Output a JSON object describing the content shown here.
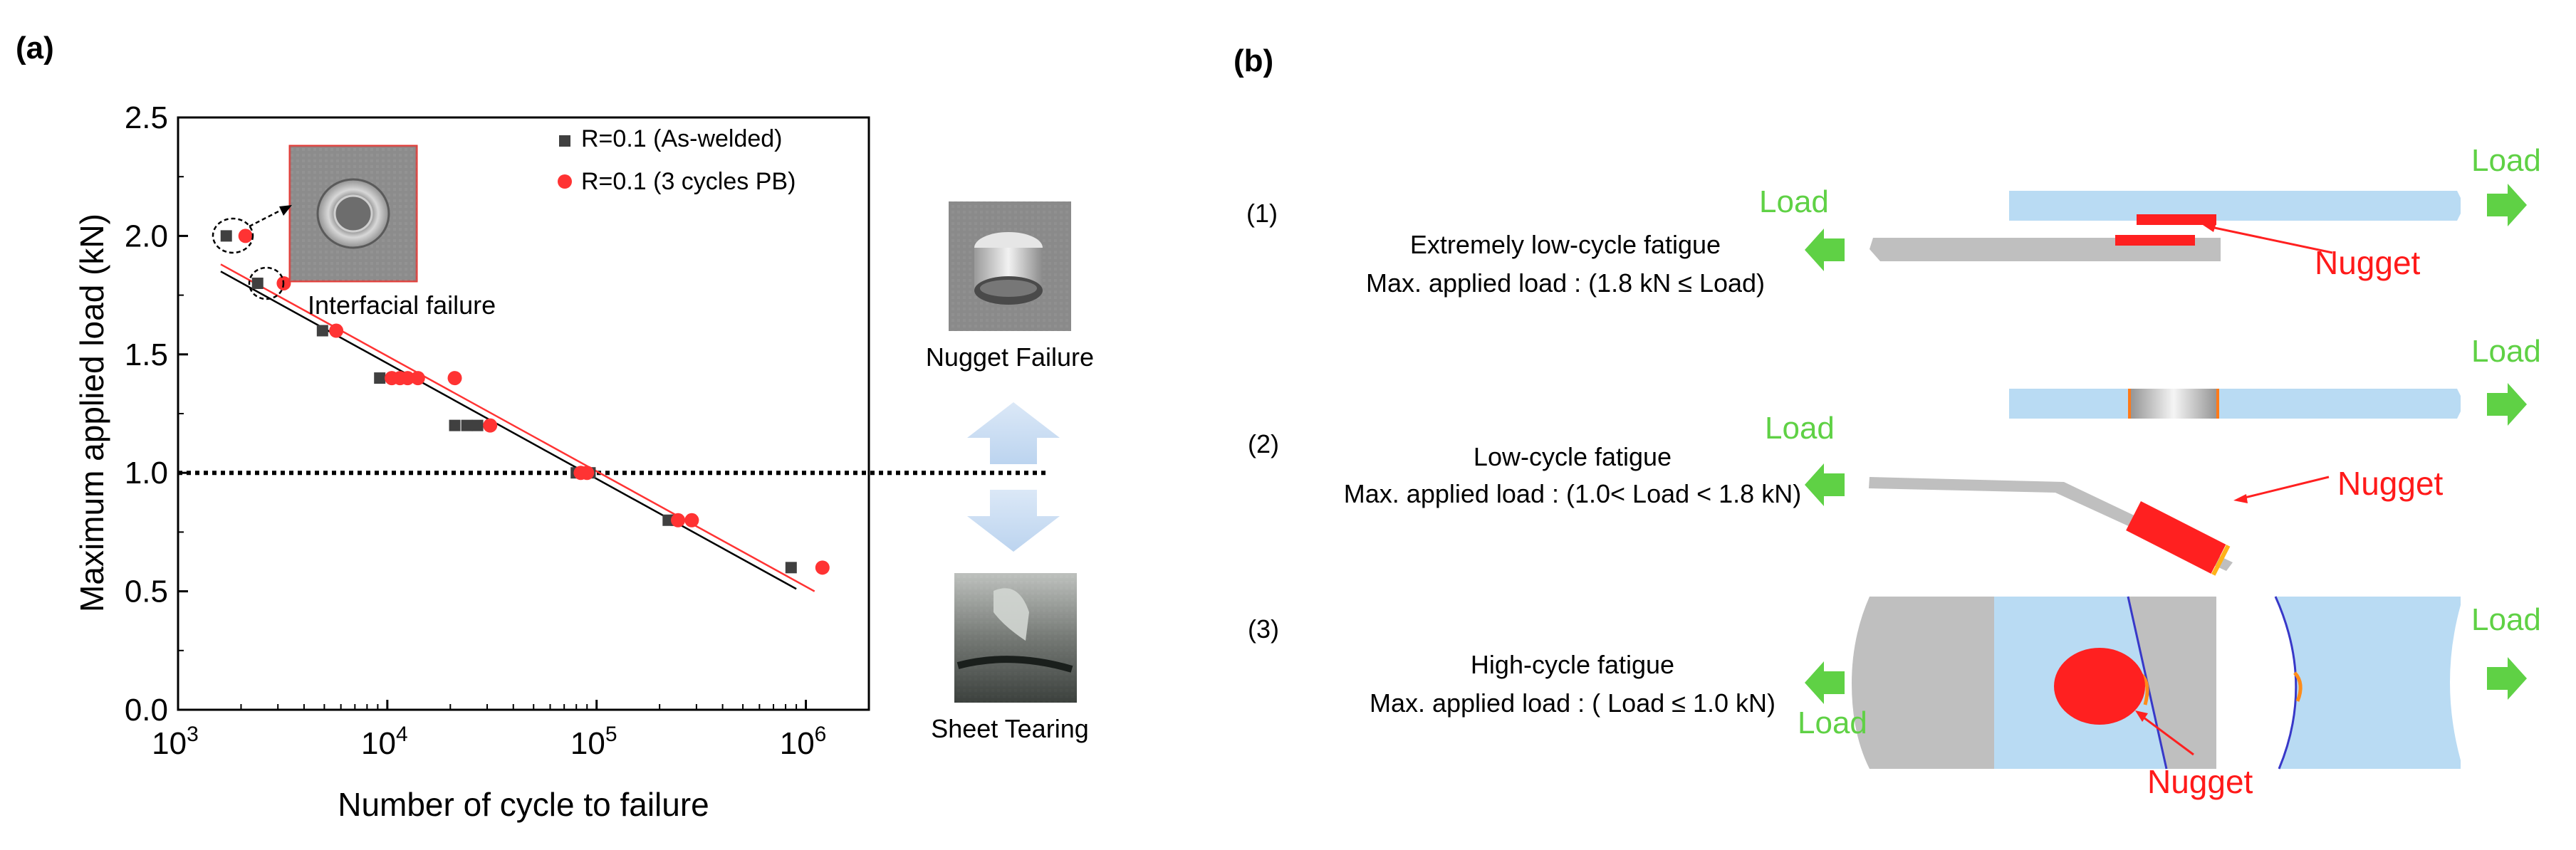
{
  "panel_a_label": "(a)",
  "panel_b_label": "(b)",
  "chart_data": {
    "type": "scatter",
    "xlabel": "Number of cycle to failure",
    "ylabel": "Maximum applied load (kN)",
    "x_scale": "log",
    "xlim": [
      1000,
      2000000
    ],
    "ylim": [
      0.0,
      2.5
    ],
    "x_ticks": [
      {
        "value": 1000,
        "base": "10",
        "exp": "3"
      },
      {
        "value": 10000,
        "base": "10",
        "exp": "4"
      },
      {
        "value": 100000,
        "base": "10",
        "exp": "5"
      },
      {
        "value": 1000000,
        "base": "10",
        "exp": "6"
      }
    ],
    "y_ticks": [
      "0.0",
      "0.5",
      "1.0",
      "1.5",
      "2.0",
      "2.5"
    ],
    "legend_position": "top-right",
    "series": [
      {
        "name": "R=0.1 (As-welded)",
        "marker": "square",
        "color": "#404040",
        "points": [
          [
            1700,
            2.0
          ],
          [
            2400,
            1.8
          ],
          [
            4900,
            1.6
          ],
          [
            9200,
            1.4
          ],
          [
            21000,
            1.2
          ],
          [
            24000,
            1.2
          ],
          [
            27000,
            1.2
          ],
          [
            80000,
            1.0
          ],
          [
            87000,
            1.0
          ],
          [
            93000,
            1.0
          ],
          [
            220000,
            0.8
          ],
          [
            240000,
            0.8
          ],
          [
            850000,
            0.6
          ]
        ]
      },
      {
        "name": "R=0.1 (3 cycles PB)",
        "marker": "circle",
        "color": "#ff3333",
        "points": [
          [
            2100,
            2.0
          ],
          [
            3200,
            1.8
          ],
          [
            5700,
            1.6
          ],
          [
            10500,
            1.4
          ],
          [
            11500,
            1.4
          ],
          [
            12500,
            1.4
          ],
          [
            14000,
            1.4
          ],
          [
            21000,
            1.4
          ],
          [
            31000,
            1.2
          ],
          [
            84000,
            1.0
          ],
          [
            90000,
            1.0
          ],
          [
            245000,
            0.8
          ],
          [
            285000,
            0.8
          ],
          [
            1200000,
            0.6
          ]
        ]
      }
    ],
    "fit_lines": [
      {
        "series": "R=0.1 (As-welded)",
        "color": "#000000",
        "from": [
          1600,
          1.85
        ],
        "to": [
          900000,
          0.51
        ]
      },
      {
        "series": "R=0.1 (3 cycles PB)",
        "color": "#ff3333",
        "from": [
          1600,
          1.88
        ],
        "to": [
          1100000,
          0.5
        ]
      }
    ],
    "reference_line": {
      "y": 1.0,
      "style": "dotted"
    },
    "annotations": {
      "interfacial": "Interfacial failure",
      "nugget_failure": "Nugget Failure",
      "sheet_tearing": "Sheet Tearing"
    }
  },
  "diagram": {
    "load_text": "Load",
    "nugget_text": "Nugget",
    "cases": [
      {
        "num": "(1)",
        "title": "Extremely low-cycle fatigue",
        "desc": "Max. applied load : (1.8 kN ≤ Load)"
      },
      {
        "num": "(2)",
        "title": "Low-cycle fatigue",
        "desc": "Max. applied load : (1.0< Load < 1.8 kN)"
      },
      {
        "num": "(3)",
        "title": "High-cycle fatigue",
        "desc": "Max. applied load : ( Load ≤ 1.0 kN)"
      }
    ],
    "colors": {
      "sheet_blue": "#b9dbf3",
      "sheet_gray": "#bfbfbf",
      "nugget_red": "#ff2020",
      "load_green": "#5fd145"
    }
  }
}
